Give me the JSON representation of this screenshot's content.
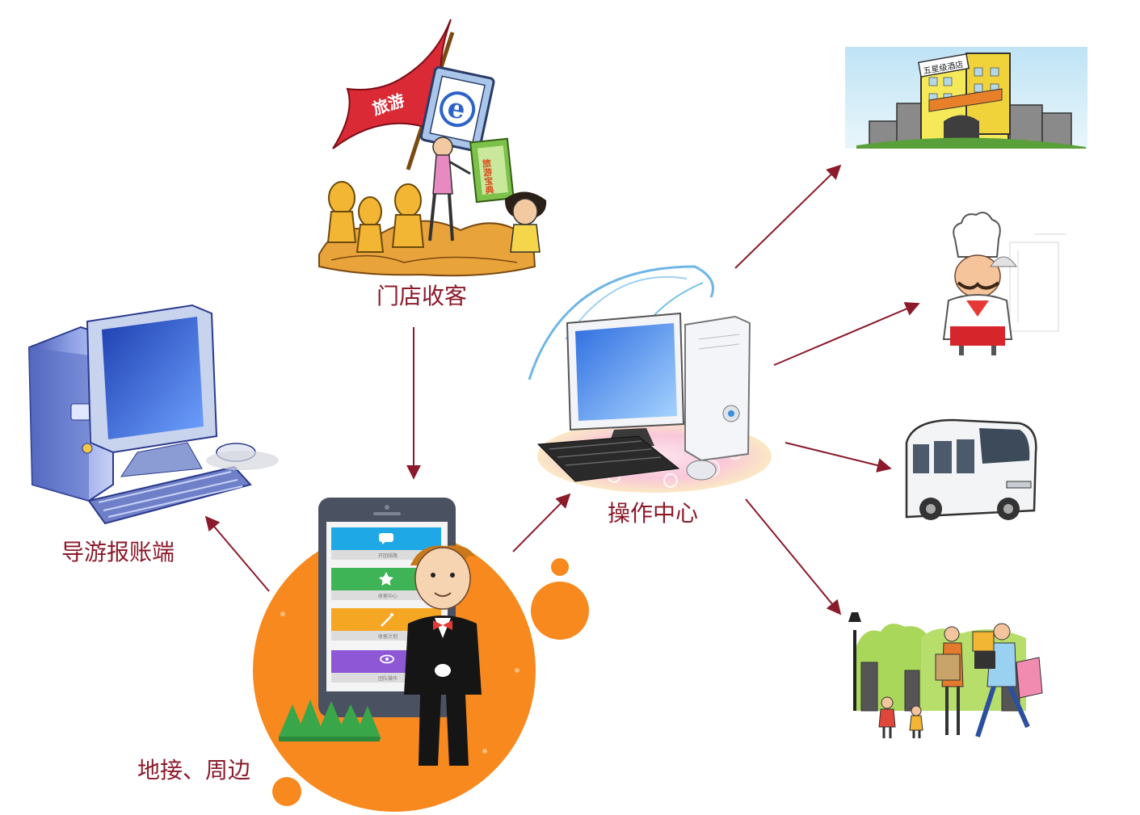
{
  "labels": {
    "store": "门店收客",
    "guide": "导游报账端",
    "ops": "操作中心",
    "local": "地接、周边"
  },
  "phone_menu": [
    {
      "label": "开团线路",
      "color": "#1fa8e6",
      "icon": "chat-icon"
    },
    {
      "label": "收客中心",
      "color": "#3fb456",
      "icon": "star-icon"
    },
    {
      "label": "收客计划",
      "color": "#f5a623",
      "icon": "wand-icon"
    },
    {
      "label": "团队操作",
      "color": "#8e57d6",
      "icon": "eye-icon"
    }
  ],
  "signs": {
    "flag": "旅游",
    "book": "旅游宝典",
    "hotel": "五星级酒店"
  },
  "colors": {
    "label": "#8b1a2b",
    "arrow": "#8b1a2b",
    "orange": "#f7891e"
  }
}
